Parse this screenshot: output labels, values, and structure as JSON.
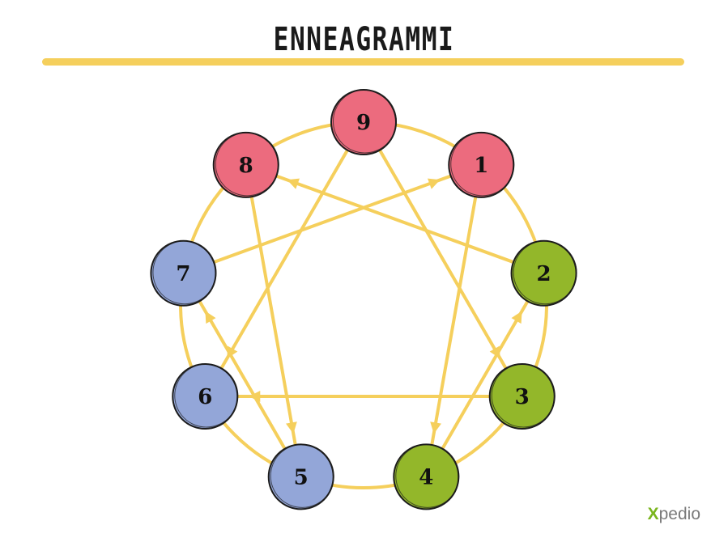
{
  "title": "ENNEAGRAMMI",
  "colors": {
    "title_underline": "#f5cf5c",
    "lines": "#f5cf5c",
    "node_outline": "#1c1c1c",
    "group_red": "#ec6b7e",
    "group_green": "#93b72a",
    "group_blue": "#93a6d8"
  },
  "nodes": [
    {
      "label": "9",
      "group": "red"
    },
    {
      "label": "1",
      "group": "red"
    },
    {
      "label": "2",
      "group": "green"
    },
    {
      "label": "3",
      "group": "green"
    },
    {
      "label": "4",
      "group": "green"
    },
    {
      "label": "5",
      "group": "blue"
    },
    {
      "label": "6",
      "group": "blue"
    },
    {
      "label": "7",
      "group": "blue"
    },
    {
      "label": "8",
      "group": "red"
    }
  ],
  "connections": [
    [
      "1",
      "7"
    ],
    [
      "7",
      "5"
    ],
    [
      "5",
      "8"
    ],
    [
      "8",
      "2"
    ],
    [
      "2",
      "4"
    ],
    [
      "4",
      "1"
    ],
    [
      "9",
      "6"
    ],
    [
      "6",
      "3"
    ],
    [
      "3",
      "9"
    ]
  ],
  "arrow_directions": [
    [
      "7",
      "1"
    ],
    [
      "5",
      "7"
    ],
    [
      "8",
      "5"
    ],
    [
      "2",
      "8"
    ],
    [
      "4",
      "2"
    ],
    [
      "1",
      "4"
    ],
    [
      "9",
      "6"
    ],
    [
      "3",
      "6"
    ],
    [
      "9",
      "3"
    ]
  ],
  "brand": {
    "prefix": "X",
    "rest": "pedio"
  }
}
